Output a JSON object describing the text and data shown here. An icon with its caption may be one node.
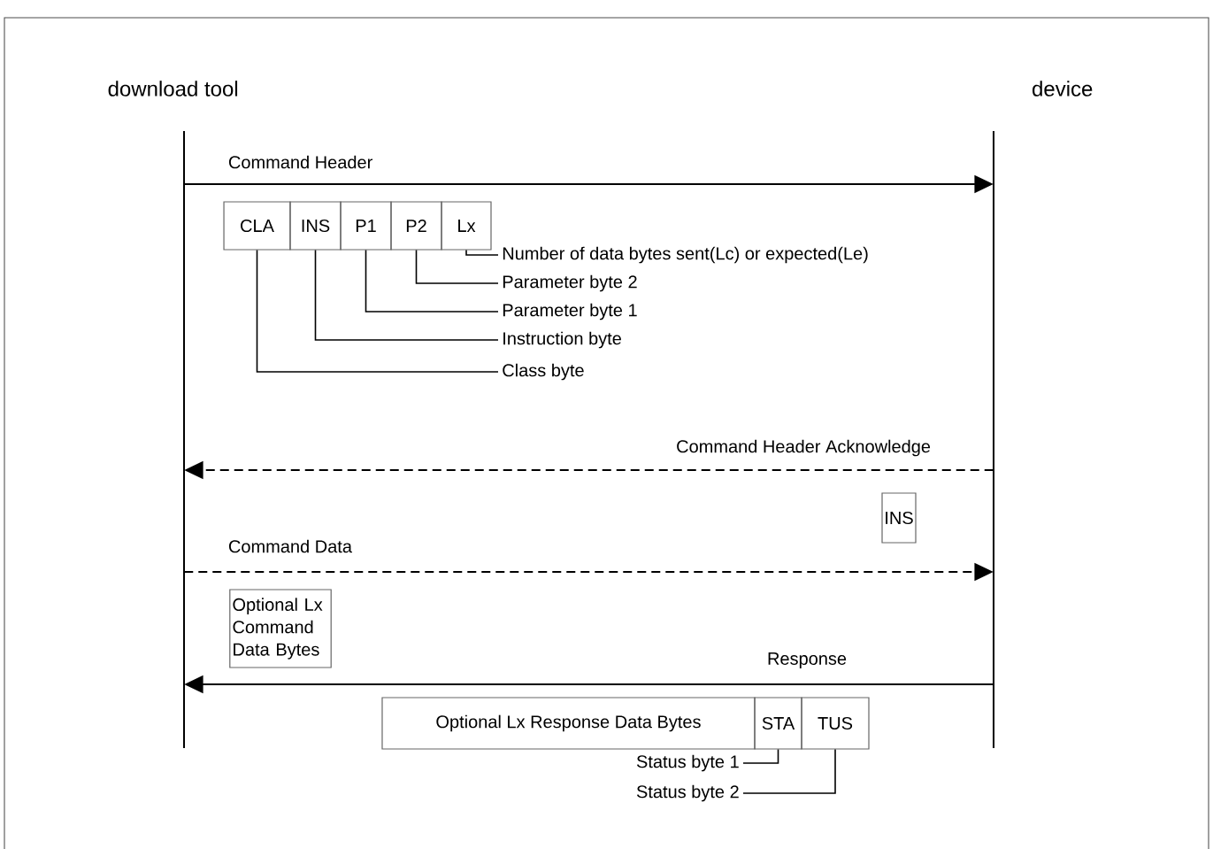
{
  "diagram": {
    "nodes": [
      {
        "text": [
          "download tool"
        ]
      },
      {
        "text": [
          "device"
        ]
      },
      {
        "text": [
          "CLA"
        ]
      },
      {
        "text": [
          "INS"
        ]
      },
      {
        "text": [
          "P1"
        ]
      },
      {
        "text": [
          "P2"
        ]
      },
      {
        "text": [
          "Lx"
        ]
      },
      {
        "text": [
          "Number of data bytes sent(Lc) or expected(Le)"
        ]
      },
      {
        "text": [
          "Parameter byte 2"
        ]
      },
      {
        "text": [
          "Parameter byte 1"
        ]
      },
      {
        "text": [
          "Instruction byte"
        ]
      },
      {
        "text": [
          "Class byte"
        ]
      },
      {
        "text": [
          "INS"
        ]
      },
      {
        "text": [
          "Optional Lx Command Data Bytes"
        ]
      },
      {
        "text": [
          "Optional Lx Response Data Bytes"
        ]
      },
      {
        "text": [
          "STA"
        ]
      },
      {
        "text": [
          "TUS"
        ]
      },
      {
        "text": [
          "Status byte 1"
        ]
      },
      {
        "text": [
          "Status byte 2"
        ]
      }
    ],
    "edges": [
      {
        "from": 0,
        "to": 1,
        "arrow": "to",
        "label": "Command Header"
      },
      {
        "from": 1,
        "to": 0,
        "arrow": "to",
        "label": "Command Header Acknowledge",
        "style": "dashed"
      },
      {
        "from": 0,
        "to": 1,
        "arrow": "to",
        "label": "Command Data",
        "style": "dashed"
      },
      {
        "from": 1,
        "to": 0,
        "arrow": "to",
        "label": "Response"
      },
      {
        "from": 6,
        "to": 7,
        "arrow": "none"
      },
      {
        "from": 5,
        "to": 8,
        "arrow": "none"
      },
      {
        "from": 4,
        "to": 9,
        "arrow": "none"
      },
      {
        "from": 3,
        "to": 10,
        "arrow": "none"
      },
      {
        "from": 2,
        "to": 11,
        "arrow": "none"
      },
      {
        "from": 17,
        "to": 15,
        "arrow": "none"
      },
      {
        "from": 18,
        "to": 16,
        "arrow": "none"
      }
    ]
  }
}
